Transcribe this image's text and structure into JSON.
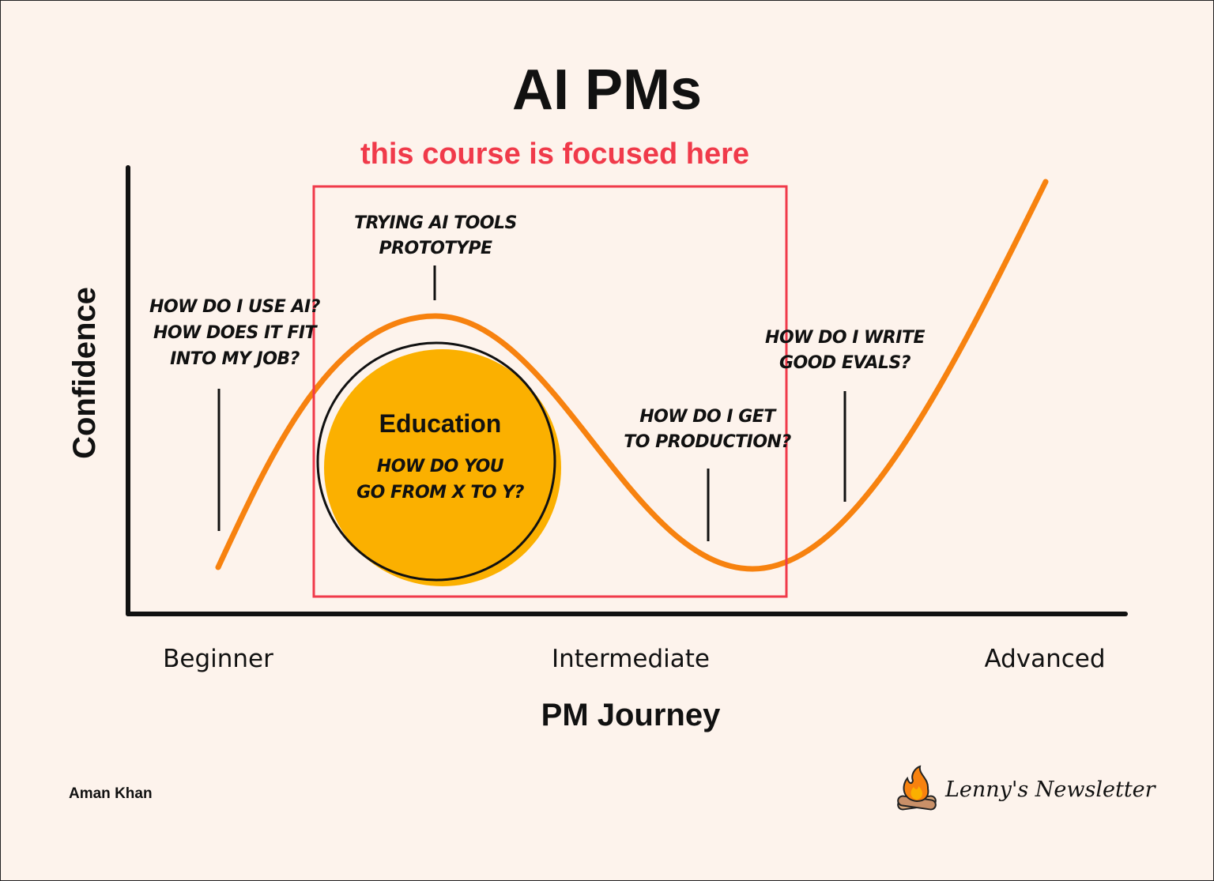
{
  "title": "AI PMs",
  "subtitle": "this course is focused here",
  "y_axis_label": "Confidence",
  "x_axis_label": "PM Journey",
  "x_ticks": [
    "Beginner",
    "Intermediate",
    "Advanced"
  ],
  "annotations": {
    "start": [
      "HOW DO I USE AI?",
      "HOW DOES IT FIT",
      "INTO MY JOB?"
    ],
    "peak": [
      "TRYING AI TOOLS",
      "PROTOTYPE"
    ],
    "production": [
      "HOW DO I GET",
      "TO PRODUCTION?"
    ],
    "evals": [
      "HOW DO I WRITE",
      "GOOD EVALS?"
    ]
  },
  "education": {
    "title": "Education",
    "lines": [
      "HOW DO YOU",
      "GO FROM X TO Y?"
    ]
  },
  "author": "Aman Khan",
  "brand": "Lenny's Newsletter",
  "colors": {
    "background": "#fdf3ec",
    "curve": "#f7820f",
    "highlight": "#f03a4a",
    "education_fill": "#fbb000"
  }
}
